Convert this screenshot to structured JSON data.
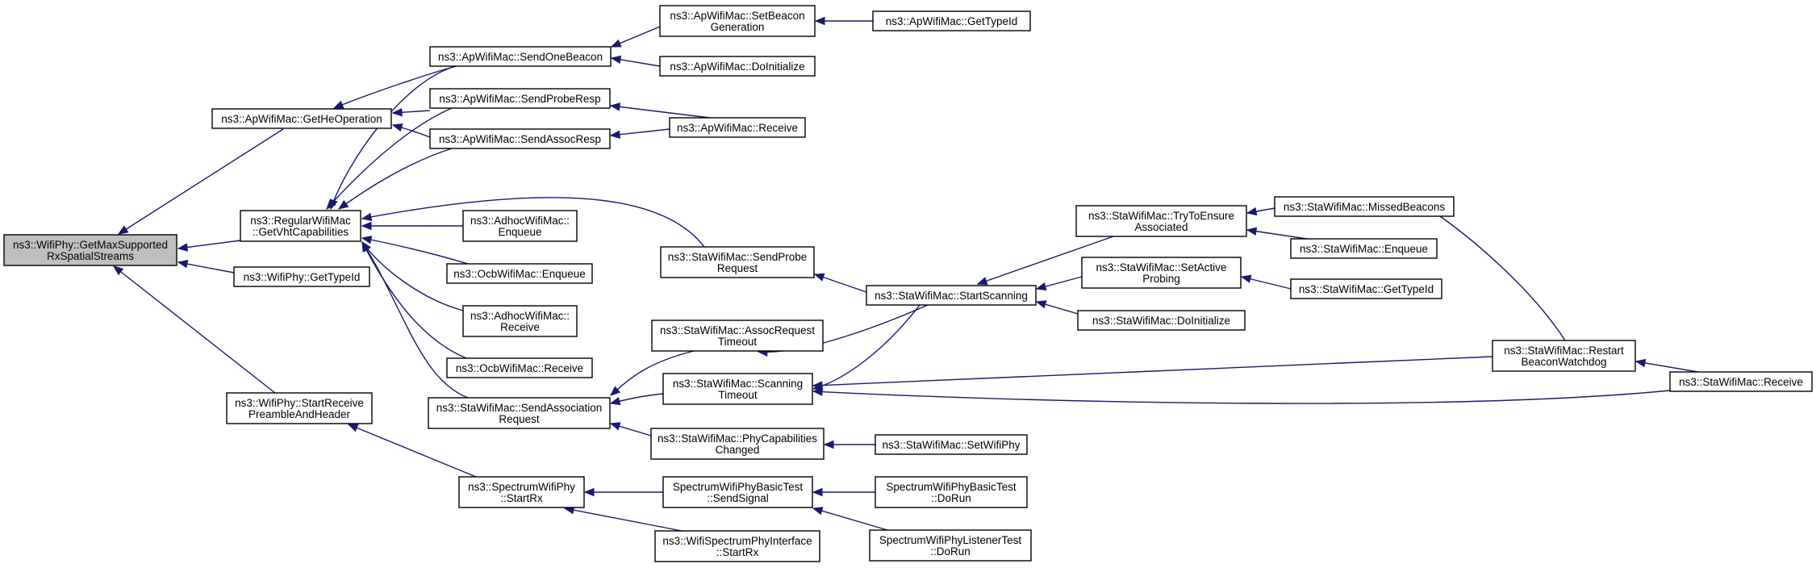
{
  "graph": {
    "title": "",
    "colors": {
      "edge": "#191970",
      "root_fill": "#bfbfbf",
      "node_fill": "#ffffff",
      "node_stroke": "#000000"
    },
    "nodes": [
      {
        "id": "root",
        "lines": [
          "ns3::WifiPhy::GetMaxSupported",
          "RxSpatialStreams"
        ],
        "root": true
      },
      {
        "id": "ap_getheop",
        "lines": [
          "ns3::ApWifiMac::GetHeOperation"
        ]
      },
      {
        "id": "reg_getvht",
        "lines": [
          "ns3::RegularWifiMac",
          "::GetVhtCapabilities"
        ]
      },
      {
        "id": "phy_gettypeid",
        "lines": [
          "ns3::WifiPhy::GetTypeId"
        ]
      },
      {
        "id": "phy_startrx_pre",
        "lines": [
          "ns3::WifiPhy::StartReceive",
          "PreambleAndHeader"
        ]
      },
      {
        "id": "ap_sendonebeacon",
        "lines": [
          "ns3::ApWifiMac::SendOneBeacon"
        ]
      },
      {
        "id": "ap_sendproberesp",
        "lines": [
          "ns3::ApWifiMac::SendProbeResp"
        ]
      },
      {
        "id": "ap_sendassocresp",
        "lines": [
          "ns3::ApWifiMac::SendAssocResp"
        ]
      },
      {
        "id": "adhoc_enqueue",
        "lines": [
          "ns3::AdhocWifiMac::",
          "Enqueue"
        ]
      },
      {
        "id": "ocb_enqueue",
        "lines": [
          "ns3::OcbWifiMac::Enqueue"
        ]
      },
      {
        "id": "adhoc_receive",
        "lines": [
          "ns3::AdhocWifiMac::",
          "Receive"
        ]
      },
      {
        "id": "ocb_receive",
        "lines": [
          "ns3::OcbWifiMac::Receive"
        ]
      },
      {
        "id": "sta_sendassocreq",
        "lines": [
          "ns3::StaWifiMac::SendAssociation",
          "Request"
        ]
      },
      {
        "id": "spec_startrx",
        "lines": [
          "ns3::SpectrumWifiPhy",
          "::StartRx"
        ]
      },
      {
        "id": "ap_setbeacongen",
        "lines": [
          "ns3::ApWifiMac::SetBeacon",
          "Generation"
        ]
      },
      {
        "id": "ap_doinit",
        "lines": [
          "ns3::ApWifiMac::DoInitialize"
        ]
      },
      {
        "id": "ap_receive",
        "lines": [
          "ns3::ApWifiMac::Receive"
        ]
      },
      {
        "id": "sta_sendprobereq",
        "lines": [
          "ns3::StaWifiMac::SendProbe",
          "Request"
        ]
      },
      {
        "id": "sta_assocreqtimeout",
        "lines": [
          "ns3::StaWifiMac::AssocRequest",
          "Timeout"
        ]
      },
      {
        "id": "sta_scantimeout",
        "lines": [
          "ns3::StaWifiMac::Scanning",
          "Timeout"
        ]
      },
      {
        "id": "sta_phycapchanged",
        "lines": [
          "ns3::StaWifiMac::PhyCapabilities",
          "Changed"
        ]
      },
      {
        "id": "spec_basictest_send",
        "lines": [
          "SpectrumWifiPhyBasicTest",
          "::SendSignal"
        ]
      },
      {
        "id": "wifispec_startrx",
        "lines": [
          "ns3::WifiSpectrumPhyInterface",
          "::StartRx"
        ]
      },
      {
        "id": "ap_gettypeid",
        "lines": [
          "ns3::ApWifiMac::GetTypeId"
        ]
      },
      {
        "id": "sta_startscanning",
        "lines": [
          "ns3::StaWifiMac::StartScanning"
        ]
      },
      {
        "id": "sta_setwifiphy",
        "lines": [
          "ns3::StaWifiMac::SetWifiPhy"
        ]
      },
      {
        "id": "spec_basictest_dorun",
        "lines": [
          "SpectrumWifiPhyBasicTest",
          "::DoRun"
        ]
      },
      {
        "id": "spec_listenertest_dorun",
        "lines": [
          "SpectrumWifiPhyListenerTest",
          "::DoRun"
        ]
      },
      {
        "id": "sta_trytoensure",
        "lines": [
          "ns3::StaWifiMac::TryToEnsure",
          "Associated"
        ]
      },
      {
        "id": "sta_setactiveprobing",
        "lines": [
          "ns3::StaWifiMac::SetActive",
          "Probing"
        ]
      },
      {
        "id": "sta_doinit",
        "lines": [
          "ns3::StaWifiMac::DoInitialize"
        ]
      },
      {
        "id": "sta_restartbeacon",
        "lines": [
          "ns3::StaWifiMac::Restart",
          "BeaconWatchdog"
        ]
      },
      {
        "id": "sta_missedbeacons",
        "lines": [
          "ns3::StaWifiMac::MissedBeacons"
        ]
      },
      {
        "id": "sta_enqueue",
        "lines": [
          "ns3::StaWifiMac::Enqueue"
        ]
      },
      {
        "id": "sta_gettypeid",
        "lines": [
          "ns3::StaWifiMac::GetTypeId"
        ]
      },
      {
        "id": "sta_receive",
        "lines": [
          "ns3::StaWifiMac::Receive"
        ]
      }
    ]
  }
}
